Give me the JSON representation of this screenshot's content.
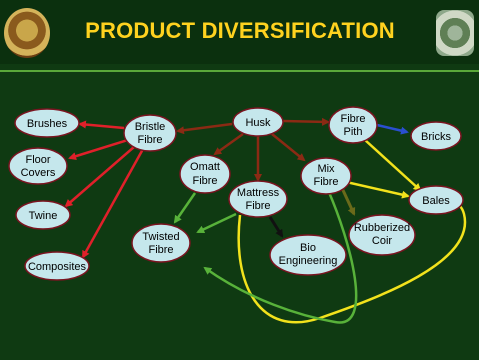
{
  "title": "PRODUCT DIVERSIFICATION",
  "nodes": {
    "husk": [
      "Husk"
    ],
    "bristle": [
      "Bristle",
      "Fibre"
    ],
    "pith": [
      "Fibre",
      "Pith"
    ],
    "brushes": [
      "Brushes"
    ],
    "floor": [
      "Floor",
      "Covers"
    ],
    "twine": [
      "Twine"
    ],
    "composites": [
      "Composites"
    ],
    "omatt": [
      "Omatt",
      "Fibre"
    ],
    "mattress": [
      "Mattress",
      "Fibre"
    ],
    "mix": [
      "Mix",
      "Fibre"
    ],
    "bricks": [
      "Bricks"
    ],
    "bales": [
      "Bales"
    ],
    "rubberized": [
      "Rubberized",
      "Coir"
    ],
    "twisted": [
      "Twisted",
      "Fibre"
    ],
    "bio": [
      "Bio",
      "Engineering"
    ]
  },
  "colors": {
    "husk_links": "#8b2a14",
    "bristle_links": "#e0202a",
    "pith_to_bricks": "#2a4fd0",
    "yellow_links": "#f2e21c",
    "green_links": "#58b23a",
    "mattress_to_bio": "#111111",
    "mix_to_rubberized": "#6a6a1a"
  }
}
